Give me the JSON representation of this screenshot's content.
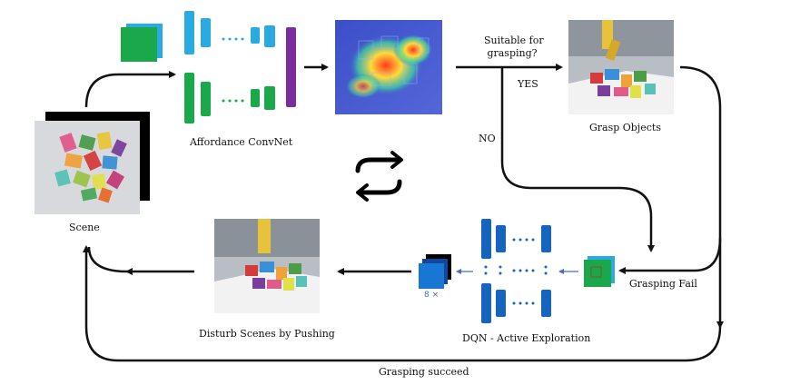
{
  "labels": {
    "scene": "Scene",
    "affordance_net": "Affordance ConvNet",
    "suitable_q_line1": "Suitable for",
    "suitable_q_line2": "grasping?",
    "yes": "YES",
    "no": "NO",
    "grasp_objects": "Grasp Objects",
    "grasping_fail": "Grasping Fail",
    "dqn": "DQN - Active Exploration",
    "disturb": "Disturb Scenes by Pushing",
    "grasping_succeed": "Grasping succeed",
    "stack_count": "8 ×"
  },
  "icons": [
    "refresh-cycle-icon"
  ],
  "colors": {
    "cyan": "#29abe2",
    "green": "#1aa84a",
    "purple": "#7b2d9c",
    "blue": "#1565c0",
    "dark_blue": "#0d47a1",
    "arrow": "#111111",
    "thin_arrow": "#4a6fb5"
  }
}
